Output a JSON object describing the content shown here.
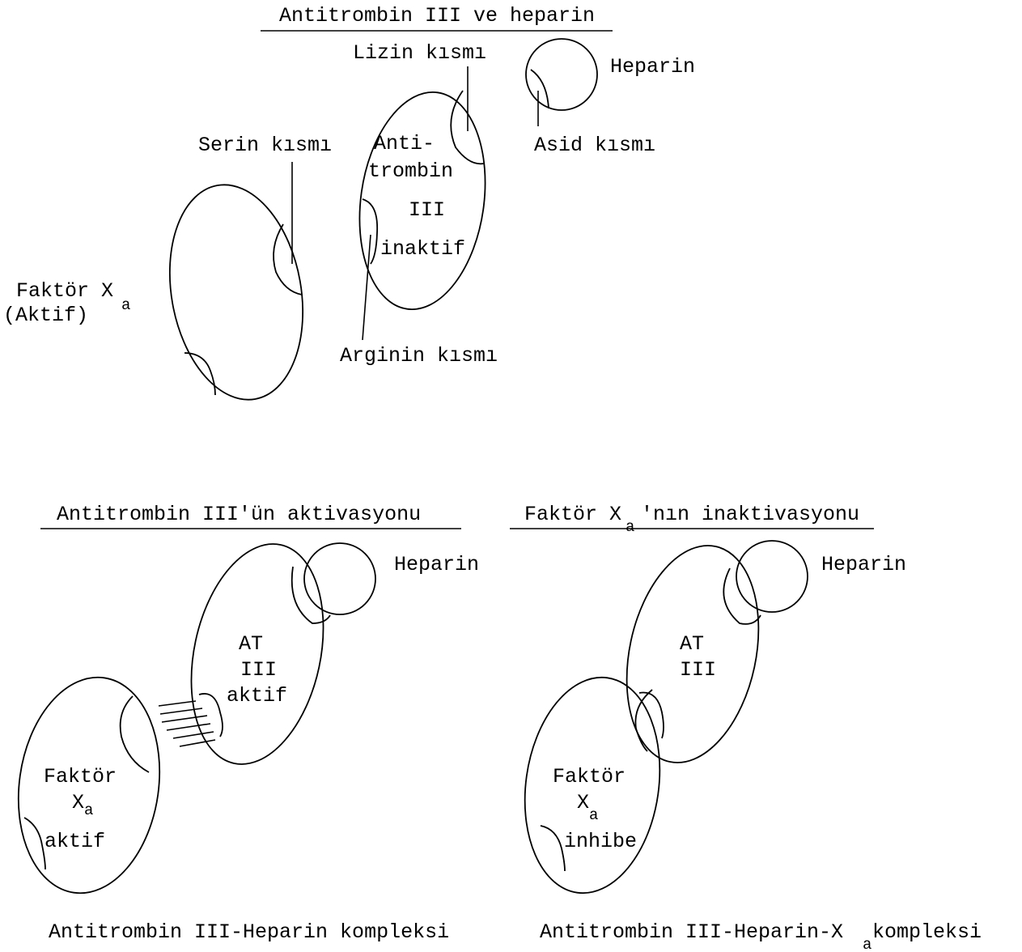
{
  "panel_top": {
    "title": "Antitrombin III ve heparin",
    "labels": {
      "lizin": "Lizin kısmı",
      "heparin": "Heparin",
      "serin": "Serin kısmı",
      "asid": "Asid kısmı",
      "at_line1": "Anti-",
      "at_line2": "trombin",
      "at_line3": "III",
      "at_line4": "inaktif",
      "faktor_line1": "Faktör X",
      "faktor_sub": "a",
      "faktor_line2": "(Aktif)",
      "arginin": "Arginin kısmı"
    }
  },
  "panel_left": {
    "title": "Antitrombin III'ün aktivasyonu",
    "heparin": "Heparin",
    "at_line1": "AT",
    "at_line2": "III",
    "at_line3": "aktif",
    "faktor_line1": "Faktör",
    "faktor_line2": "X",
    "faktor_sub": "a",
    "faktor_line3": "aktif",
    "caption": "Antitrombin III-Heparin kompleksi"
  },
  "panel_right": {
    "title_part1": "Faktör X",
    "title_sub": "a",
    "title_part2": "'nın inaktivasyonu",
    "heparin": "Heparin",
    "at_line1": "AT",
    "at_line2": "III",
    "faktor_line1": "Faktör",
    "faktor_line2": "X",
    "faktor_sub": "a",
    "faktor_line3": "inhibe",
    "caption_part1": "Antitrombin III-Heparin-X",
    "caption_sub": "a",
    "caption_part2": " kompleksi"
  }
}
